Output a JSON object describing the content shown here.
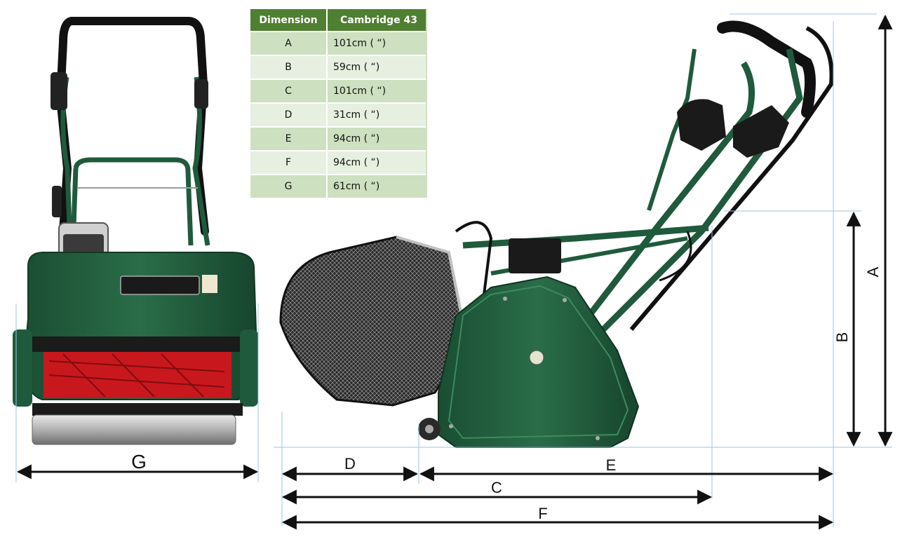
{
  "table": {
    "headers": [
      "Dimension",
      "Cambridge 43"
    ],
    "rows": [
      {
        "key": "A",
        "value": "101cm (   “)"
      },
      {
        "key": "B",
        "value": "59cm (   “)"
      },
      {
        "key": "C",
        "value": "101cm (   “)"
      },
      {
        "key": "D",
        "value": "31cm (   “)"
      },
      {
        "key": "E",
        "value": "94cm (   “)"
      },
      {
        "key": "F",
        "value": "94cm (   “)"
      },
      {
        "key": "G",
        "value": "61cm (   “)"
      }
    ]
  },
  "dimension_labels": {
    "A": "A",
    "B": "B",
    "C": "C",
    "D": "D",
    "E": "E",
    "F": "F",
    "G": "G"
  },
  "colors": {
    "mower_green": "#1f5a3c",
    "reel_red": "#d8242a",
    "table_header": "#4f7f30",
    "arrow": "#111111",
    "guide_line": "#9fc5e4"
  }
}
